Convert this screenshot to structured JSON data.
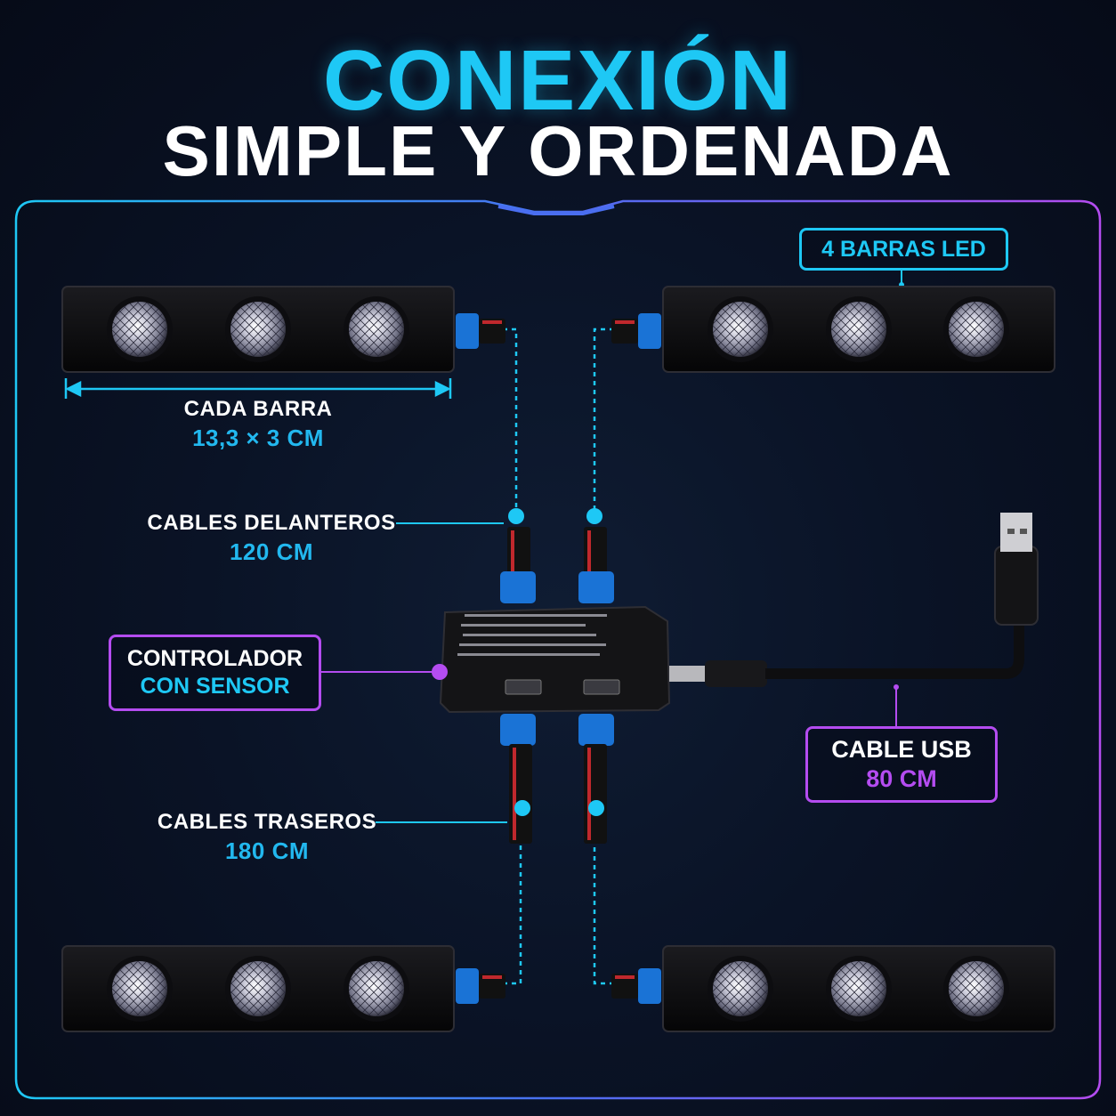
{
  "header": {
    "title_line1": "CONEXIÓN",
    "title_line2": "SIMPLE Y ORDENADA"
  },
  "labels": {
    "led_bars": "4 BARRAS LED",
    "each_bar": "CADA BARRA",
    "each_bar_size": "13,3 × 3 CM",
    "front_cables": "CABLES DELANTEROS",
    "front_cables_length": "120 CM",
    "controller_line1": "CONTROLADOR",
    "controller_line2": "CON SENSOR",
    "rear_cables": "CABLES TRASEROS",
    "rear_cables_length": "180 CM",
    "usb_cable": "CABLE USB",
    "usb_cable_length": "80 CM"
  },
  "colors": {
    "accent_cyan": "#1ec8f5",
    "accent_purple": "#b44cf0",
    "background": "#0a1326",
    "connector_blue": "#1a73d6"
  },
  "icons": [
    "led-bar-icon",
    "disco-light-icon",
    "controller-box-icon",
    "usb-plug-icon",
    "wire-connector-icon"
  ]
}
